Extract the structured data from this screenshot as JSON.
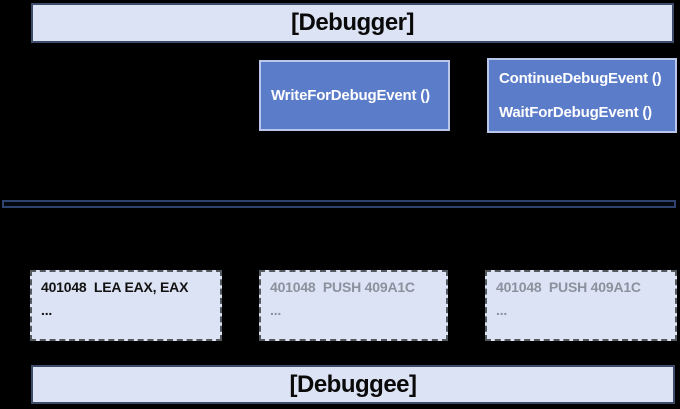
{
  "colors": {
    "background": "#000000",
    "panel_fill": "#dce3f4",
    "panel_border": "#3d4c6a",
    "panel_text": "#0a0a0a",
    "api_fill": "#5b7cc9",
    "api_border": "#bac6ea",
    "api_text": "#ffffff",
    "divider_border": "#2e4270",
    "divider_fill": "#05070e",
    "code_fill": "#dce3f4",
    "code_border": "#54585f",
    "code_text_active": "#121212",
    "code_text_dimmed": "#8b919d"
  },
  "top_bar": {
    "label": "[Debugger]"
  },
  "bottom_bar": {
    "label": "[Debuggee]"
  },
  "api_boxes": [
    {
      "lines": [
        "WriteForDebugEvent ()"
      ]
    },
    {
      "lines": [
        "ContinueDebugEvent ()",
        "WaitForDebugEvent ()"
      ]
    }
  ],
  "code_boxes": [
    {
      "emphasis": "active",
      "lines": [
        "401048  LEA EAX, EAX",
        "..."
      ]
    },
    {
      "emphasis": "dimmed",
      "lines": [
        "401048  PUSH 409A1C",
        "..."
      ]
    },
    {
      "emphasis": "dimmed",
      "lines": [
        "401048  PUSH 409A1C",
        "..."
      ]
    }
  ]
}
